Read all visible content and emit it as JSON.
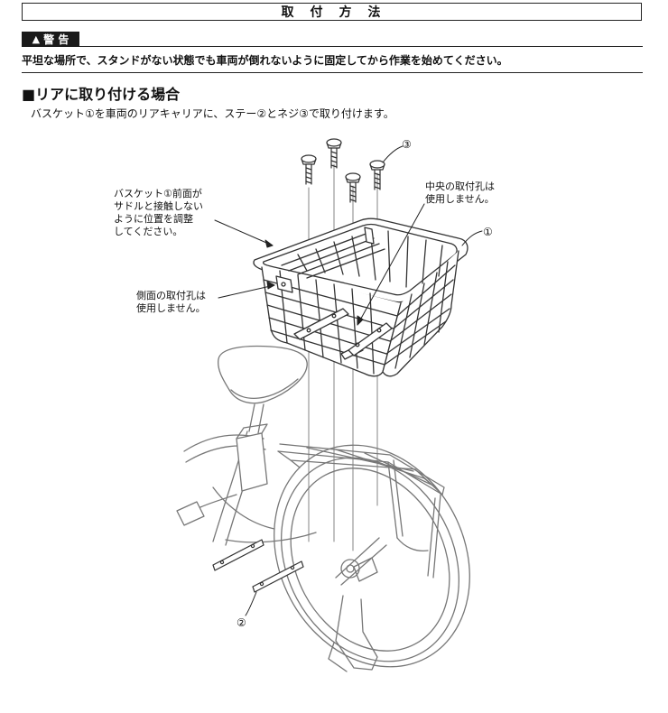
{
  "header": {
    "title": "取　付　方　法"
  },
  "warning": {
    "label": "警 告",
    "text": "平坦な場所で、スタンドがない状態でも車両が倒れないように固定してから作業を始めてください。"
  },
  "section": {
    "heading": "■リアに取り付ける場合",
    "description": "バスケット①を車両のリアキャリアに、ステー②とネジ③で取り付けます。"
  },
  "callouts": {
    "front": [
      "バスケット①前面が",
      "サドルと接触しない",
      "ように位置を調整",
      "してください。"
    ],
    "center": [
      "中央の取付孔は",
      "使用しません。"
    ],
    "side": [
      "側面の取付孔は",
      "使用しません。"
    ]
  },
  "part_markers": {
    "basket": "①",
    "stay": "②",
    "screw": "③"
  },
  "icons": {
    "warning": "warning-triangle-icon"
  },
  "colors": {
    "ink": "#111111",
    "label_bg": "#1a1a1a",
    "line": "#555555"
  }
}
